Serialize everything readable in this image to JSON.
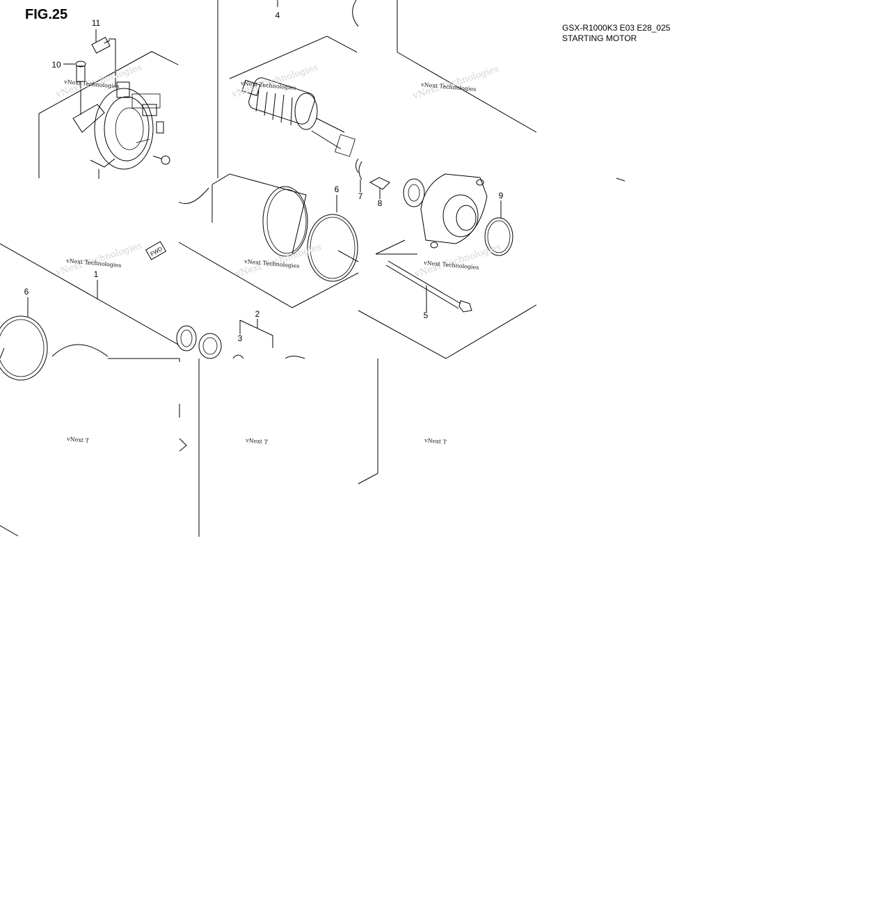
{
  "figure": {
    "title": "FIG.25",
    "model_code": "GSX-R1000K3 E03 E28_025",
    "section_name": "STARTING MOTOR"
  },
  "callouts": [
    {
      "id": "1",
      "label": "1"
    },
    {
      "id": "2",
      "label": "2"
    },
    {
      "id": "3",
      "label": "3"
    },
    {
      "id": "4",
      "label": "4"
    },
    {
      "id": "5",
      "label": "5"
    },
    {
      "id": "6a",
      "label": "6"
    },
    {
      "id": "6b",
      "label": "6"
    },
    {
      "id": "7",
      "label": "7"
    },
    {
      "id": "8",
      "label": "8"
    },
    {
      "id": "9",
      "label": "9"
    },
    {
      "id": "10",
      "label": "10"
    },
    {
      "id": "11",
      "label": "11"
    }
  ],
  "watermark": {
    "text": "vNext Technologies",
    "partial": "vNext T"
  },
  "fwd_marker": "FWD",
  "colors": {
    "line": "#000000",
    "background": "#ffffff",
    "watermark_ghost": "#d4d4d4"
  }
}
